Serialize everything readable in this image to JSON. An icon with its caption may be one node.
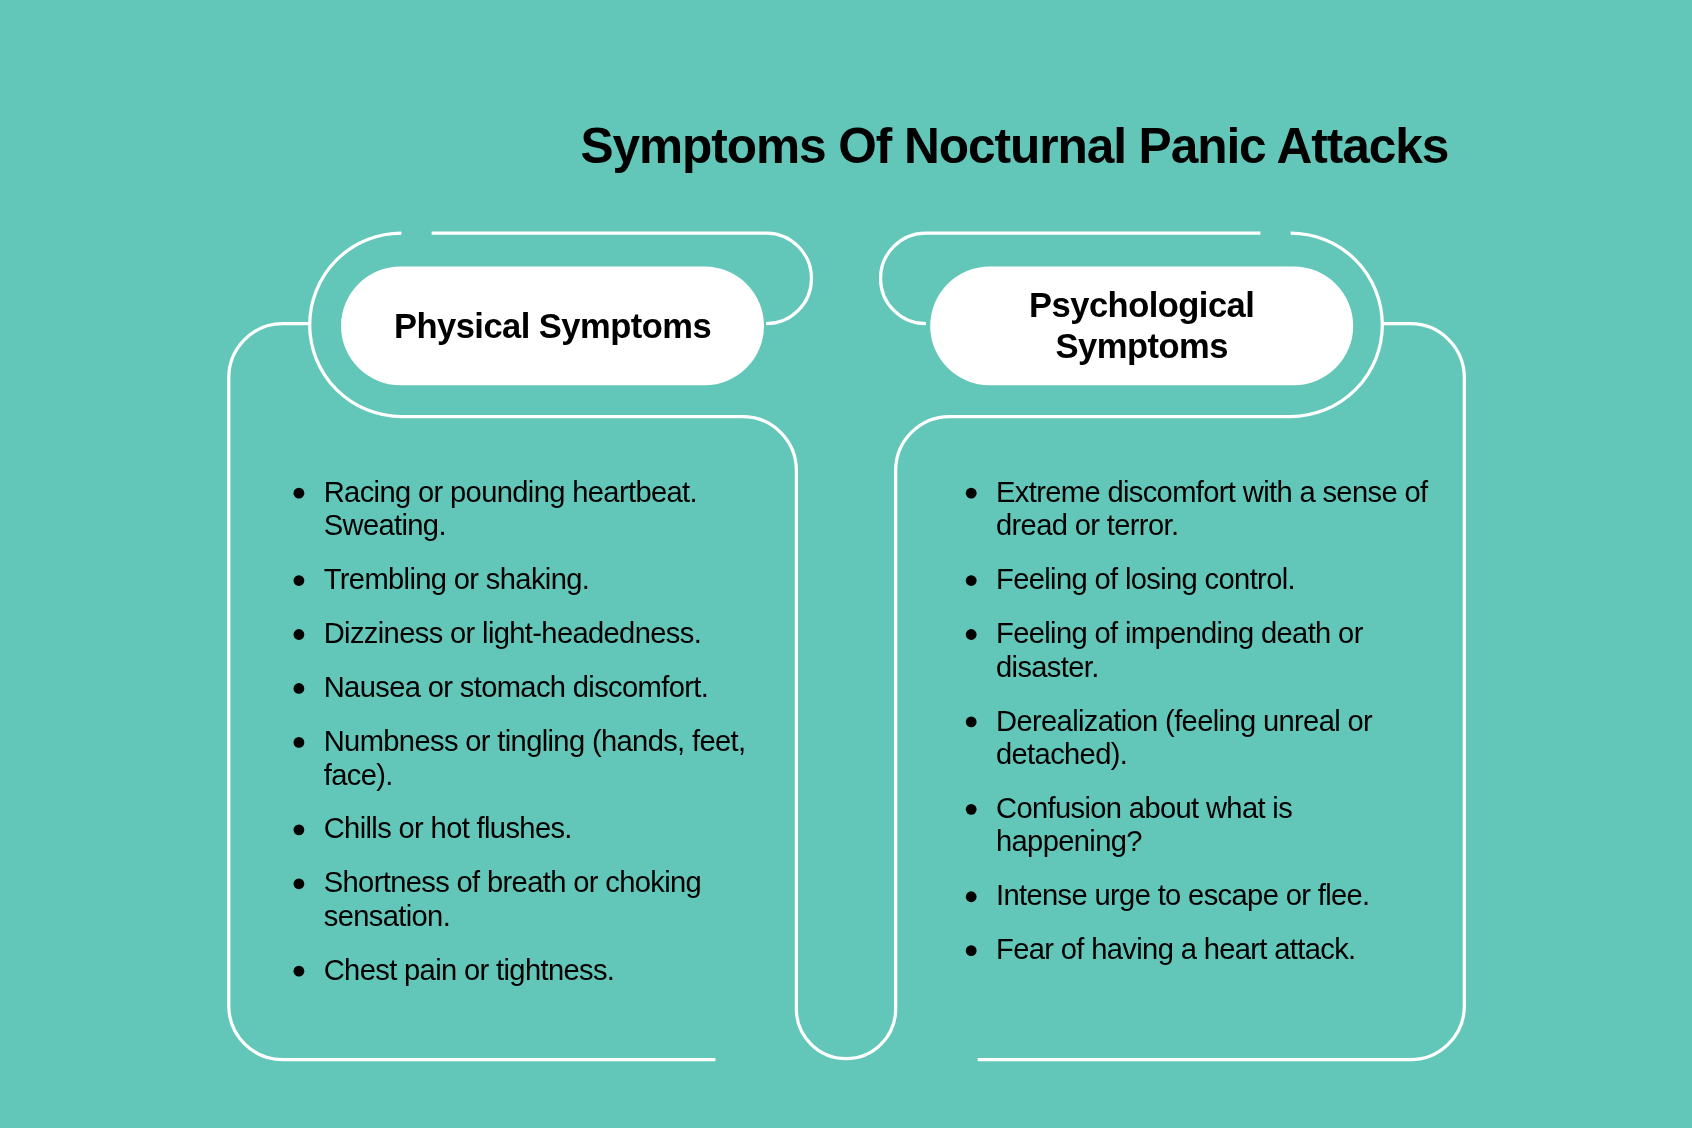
{
  "diagram": {
    "title": "Symptoms Of Nocturnal Panic Attacks",
    "nodes": [
      {
        "text": [
          "Physical Symptoms"
        ]
      },
      {
        "text": [
          "Racing or pounding heartbeat. Sweating.",
          "Trembling or shaking.",
          "Dizziness or light-headedness.",
          "Nausea or stomach discomfort.",
          "Numbness or tingling (hands, feet, face).",
          "Chills or hot flushes.",
          "Shortness of breath or choking sensation.",
          "Chest pain or tightness."
        ]
      },
      {
        "text": [
          "Psychological Symptoms"
        ]
      },
      {
        "text": [
          "Extreme discomfort with a sense of dread or terror.",
          "Feeling of losing control.",
          "Feeling of impending death or disaster.",
          "Derealization (feeling unreal or detached).",
          "Confusion about what is happening?",
          "Intense urge to escape or flee.",
          "Fear of having a heart attack."
        ]
      }
    ]
  }
}
